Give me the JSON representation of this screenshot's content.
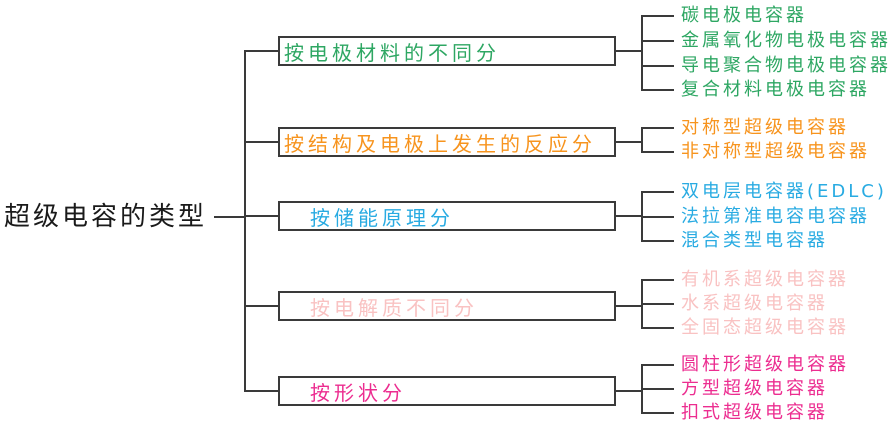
{
  "diagram": {
    "title": "supercapacitor-classification-tree",
    "line_color": "#3a3a3a",
    "root": {
      "label": "超级电容的类型"
    },
    "branches": [
      {
        "label": "按电极材料的不同分",
        "color": "#2ea763",
        "items": [
          "碳电极电容器",
          "金属氧化物电极电容器",
          "导电聚合物电极电容器",
          "复合材料电极电容器"
        ]
      },
      {
        "label": "按结构及电极上发生的反应分",
        "color": "#f7941e",
        "items": [
          "对称型超级电容器",
          "非对称型超级电容器"
        ]
      },
      {
        "label": "按储能原理分",
        "color": "#29abe2",
        "items": [
          "双电层电容器(EDLC)",
          "法拉第准电容电容器",
          "混合类型电容器"
        ]
      },
      {
        "label": "按电解质不同分",
        "color": "#f9c2c2",
        "items": [
          "有机系超级电容器",
          "水系超级电容器",
          "全固态超级电容器"
        ]
      },
      {
        "label": "按形状分",
        "color": "#ec2d90",
        "items": [
          "圆柱形超级电容器",
          "方型超级电容器",
          "扣式超级电容器"
        ]
      }
    ]
  }
}
